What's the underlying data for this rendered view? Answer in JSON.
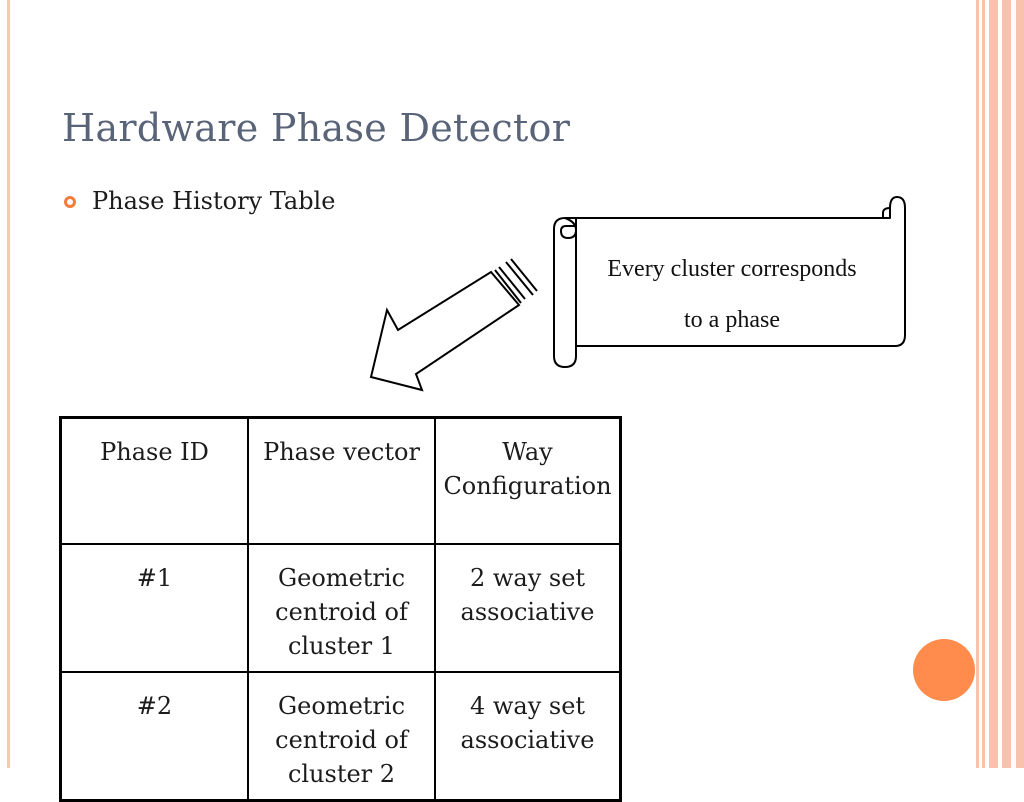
{
  "slide": {
    "title": "Hardware Phase Detector",
    "bullet": "Phase History Table",
    "callout": {
      "line1": "Every cluster corresponds",
      "line2": "to a phase"
    },
    "table": {
      "headers": [
        "Phase ID",
        "Phase vector",
        "Way Configuration"
      ],
      "rows": [
        [
          "#1",
          "Geometric centroid of cluster 1",
          "2 way set associative"
        ],
        [
          "#2",
          "Geometric centroid of cluster 2",
          "4 way set associative"
        ]
      ]
    }
  },
  "colors": {
    "title": "#5a6478",
    "accent": "#f47c3c",
    "stripe": "#f8c2ac",
    "circle": "#ff8c4c"
  }
}
